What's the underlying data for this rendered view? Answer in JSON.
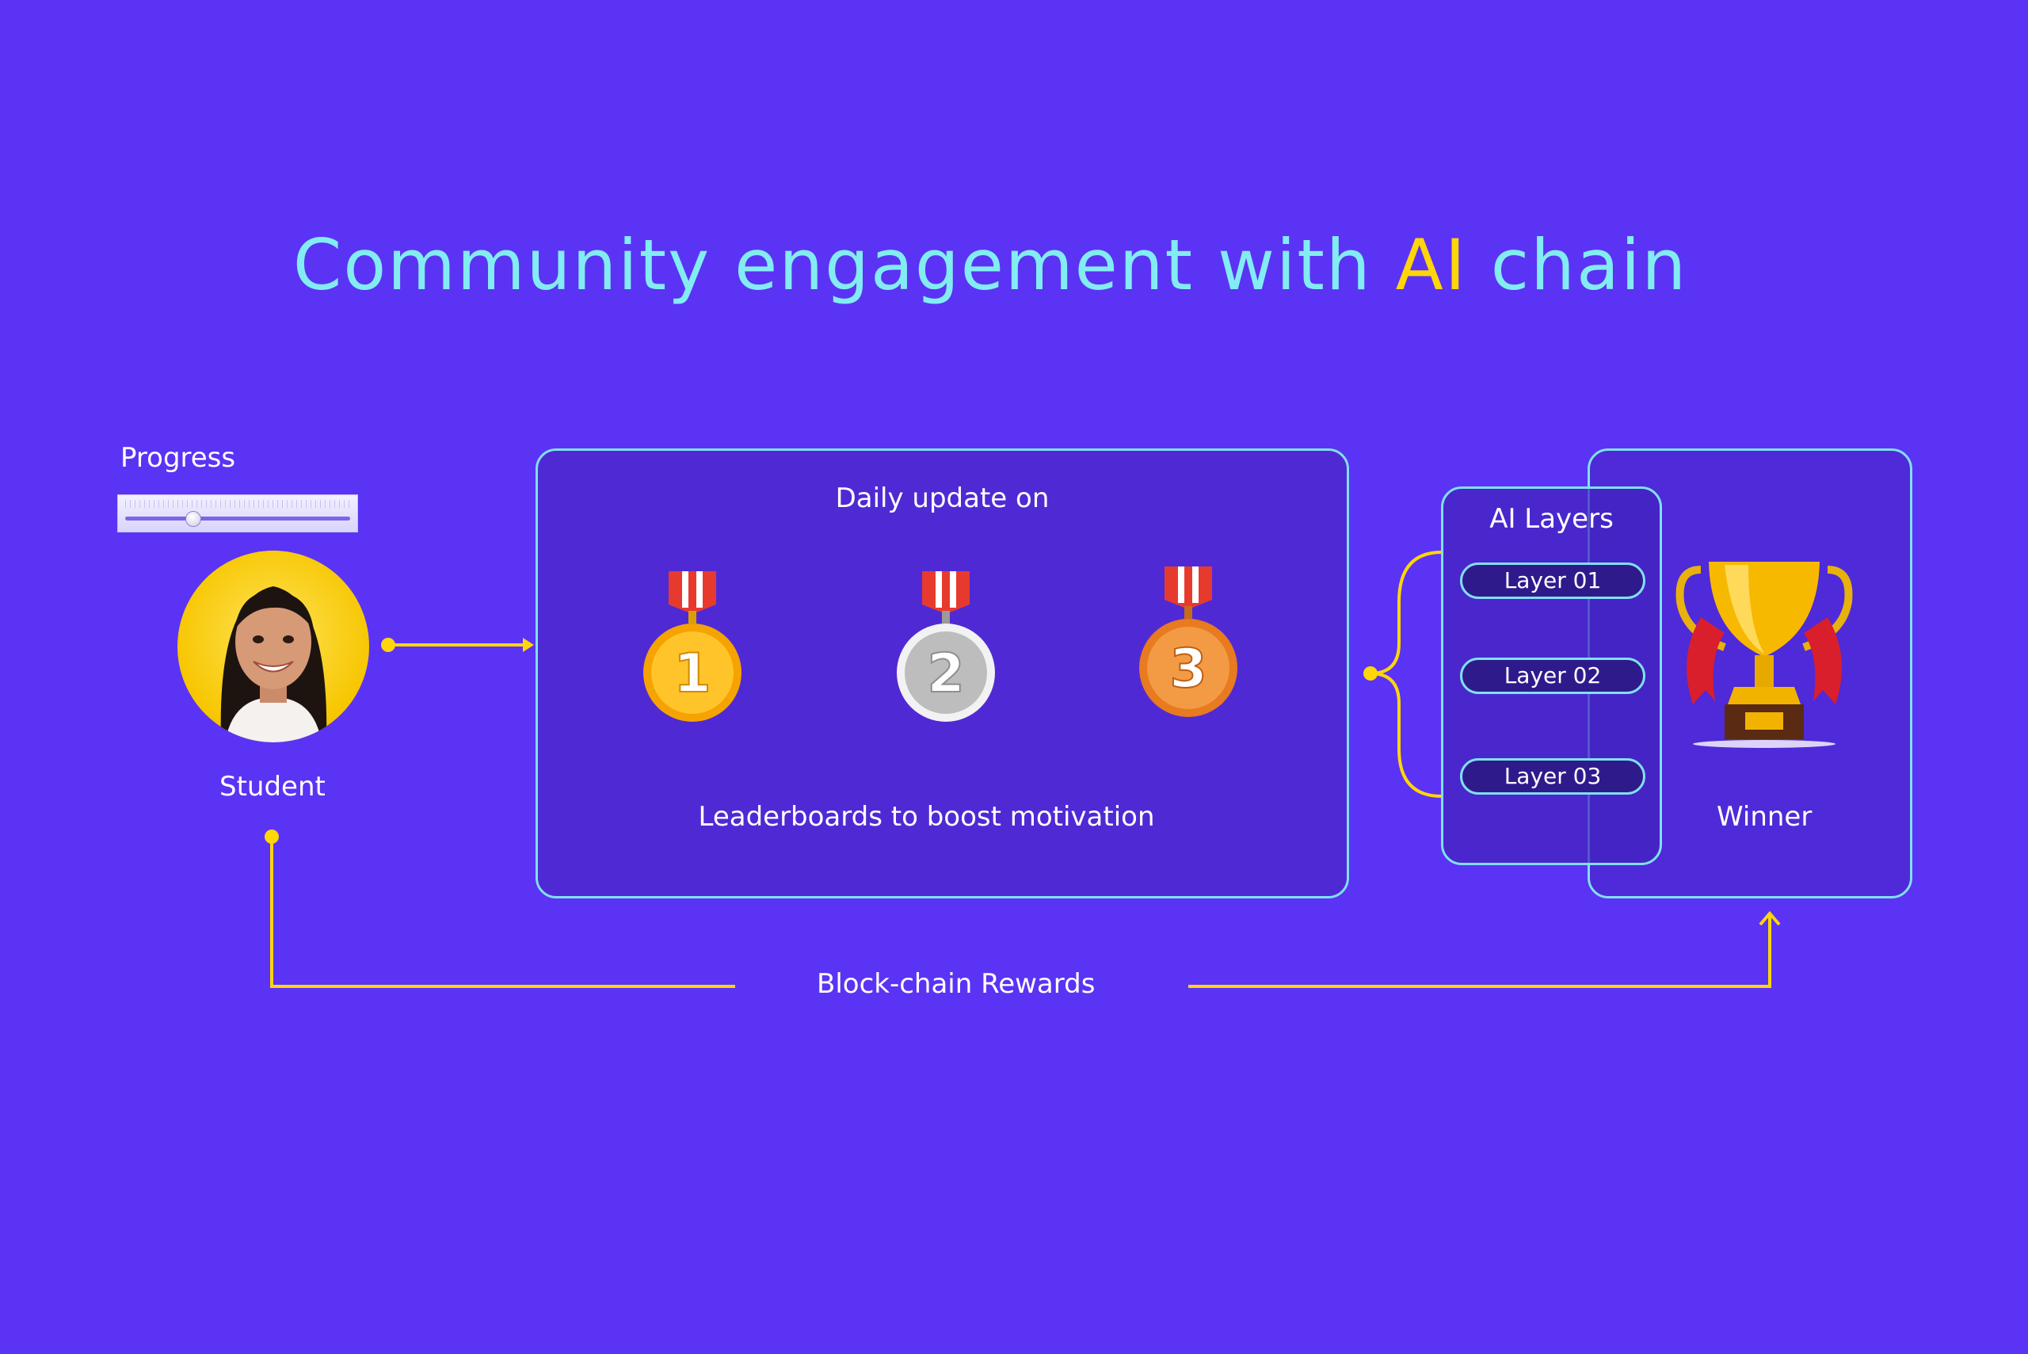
{
  "title": {
    "part1": "Community engagement with ",
    "accent": "AI",
    "part2": " chain"
  },
  "progress": {
    "label": "Progress",
    "value": 0.3
  },
  "student": {
    "label": "Student"
  },
  "leaderboard": {
    "header": "Daily update on",
    "footer": "Leaderboards to boost motivation",
    "medals": [
      "1",
      "2",
      "3"
    ]
  },
  "ai_layers": {
    "title": "AI Layers",
    "layers": [
      "Layer 01",
      "Layer 02",
      "Layer 03"
    ]
  },
  "winner": {
    "label": "Winner"
  },
  "rewards": {
    "label": "Block-chain Rewards"
  },
  "colors": {
    "background": "#5b33f4",
    "title": "#82ecf3",
    "accent": "#ffd60a",
    "connector": "#ffd60a",
    "panel_border": "#7fe0f0",
    "gold": "#f7b500",
    "silver": "#bdbdbd",
    "bronze": "#f08a2a"
  }
}
